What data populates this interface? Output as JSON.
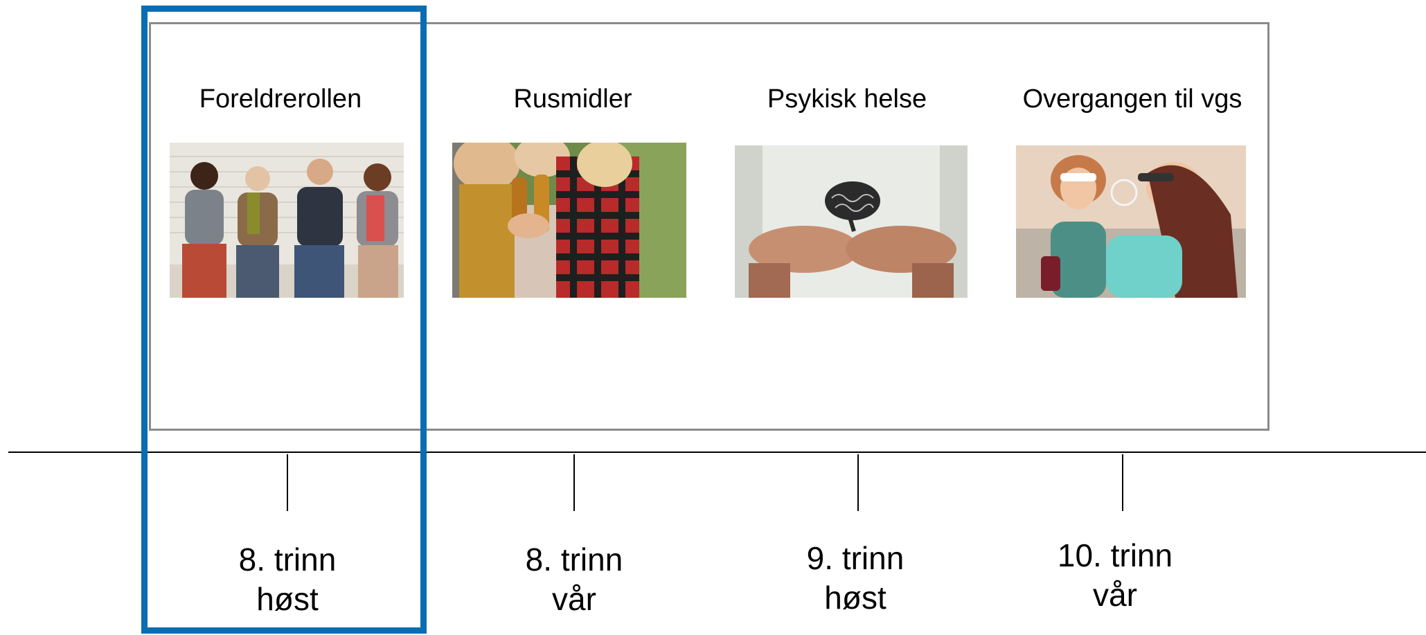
{
  "topics": [
    {
      "title": "Foreldrerollen",
      "image_icon": "group-of-adults-laughing-photo",
      "period_line1": "8. trinn",
      "period_line2": "høst"
    },
    {
      "title": "Rusmidler",
      "image_icon": "friends-toasting-beer-photo",
      "period_line1": "8. trinn",
      "period_line2": "vår"
    },
    {
      "title": "Psykisk helse",
      "image_icon": "hands-holding-brain-photo",
      "period_line1": "9. trinn",
      "period_line2": "høst"
    },
    {
      "title": "Overgangen til vgs",
      "image_icon": "teenage-girls-with-drinks-photo",
      "period_line1": "10. trinn",
      "period_line2": "vår"
    }
  ],
  "colors": {
    "highlight": "#0b6db1",
    "frame": "#8a8a8a",
    "timeline": "#000000"
  },
  "highlighted_topic_index": 0
}
